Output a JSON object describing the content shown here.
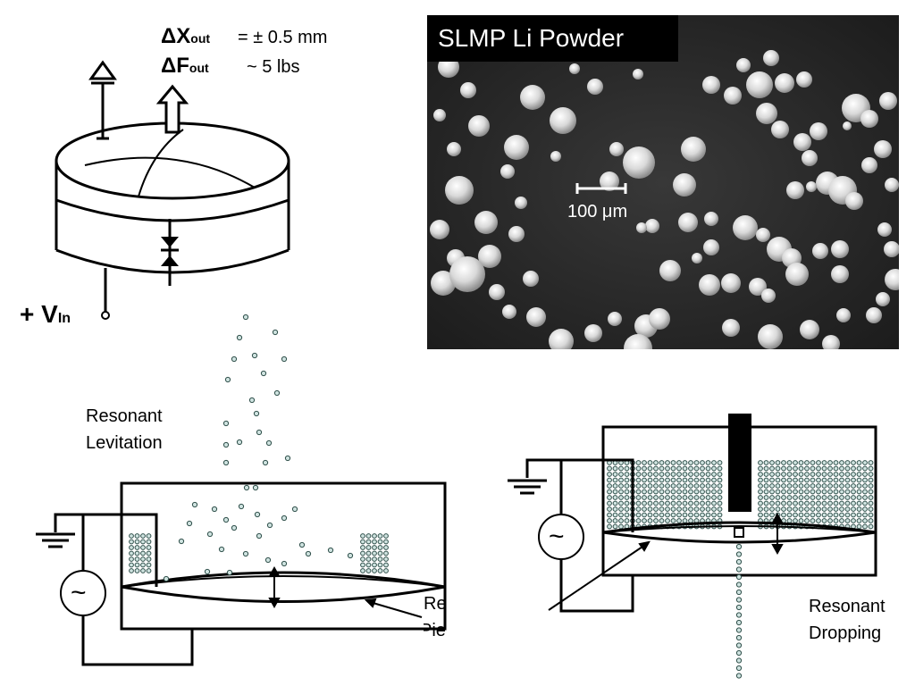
{
  "top_left": {
    "delta_x_symbol": "ΔX",
    "delta_x_sub": "out",
    "delta_x_value": "= ± 0.5 mm",
    "delta_f_symbol": "ΔF",
    "delta_f_sub": "out",
    "delta_f_value": "~ 5 lbs",
    "vin_prefix": "+",
    "vin_symbol": "V",
    "vin_sub": "In"
  },
  "sem_image": {
    "title": "SLMP Li Powder",
    "scale_bar_label": "100 μm"
  },
  "levitation": {
    "label_line1": "Resonant",
    "label_line2": "Levitation",
    "callout_line1": "Re",
    "callout_line2": "Pie",
    "ac_source_symbol": "~"
  },
  "dropping": {
    "label_line1": "Resonant",
    "label_line2": "Dropping",
    "ac_source_symbol": "~"
  },
  "colors": {
    "particle_fill": "#cfe3e0",
    "sem_background": "#2a2a2a",
    "ink": "#000000"
  }
}
